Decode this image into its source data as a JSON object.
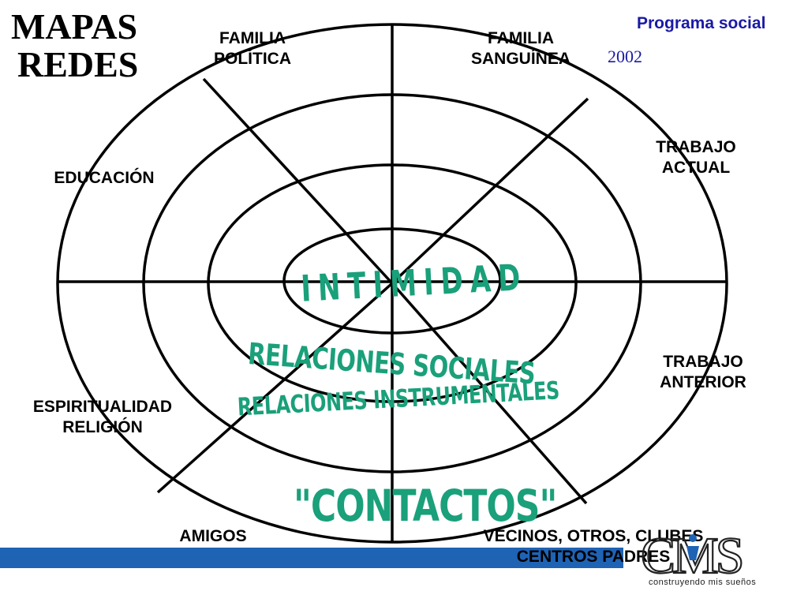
{
  "title": {
    "line1": "MAPAS",
    "line2": "REDES"
  },
  "program": {
    "label": "Programa  social",
    "year": "2002"
  },
  "sectors": {
    "familia_politica": [
      "FAMILIA",
      "POLÍTICA"
    ],
    "familia_sanguinea": [
      "FAMILIA",
      "SANGUÍNEA"
    ],
    "educacion": [
      "EDUCACIÓN"
    ],
    "trabajo_actual": [
      "TRABAJO",
      "ACTUAL"
    ],
    "trabajo_anterior": [
      "TRABAJO",
      "ANTERIOR"
    ],
    "espiritualidad": [
      "ESPIRITUALIDAD",
      "RELIGIÓN"
    ],
    "amigos": [
      "AMIGOS"
    ],
    "vecinos": [
      "VECINOS, OTROS, CLUBES",
      "CENTROS PADRES"
    ]
  },
  "rings": {
    "intimidad": "INTIMIDAD",
    "sociales": "RELACIONES SOCIALES",
    "instrumentales": "RELACIONES INSTRUMENTALES",
    "contactos": "\"CONTACTOS\""
  },
  "logo": {
    "letters": "CMS",
    "tagline": "construyendo mis sueños"
  },
  "colors": {
    "ring_text": "#1aa07a",
    "accent_blue": "#1f63b5",
    "program_text": "#1a1aa6"
  }
}
